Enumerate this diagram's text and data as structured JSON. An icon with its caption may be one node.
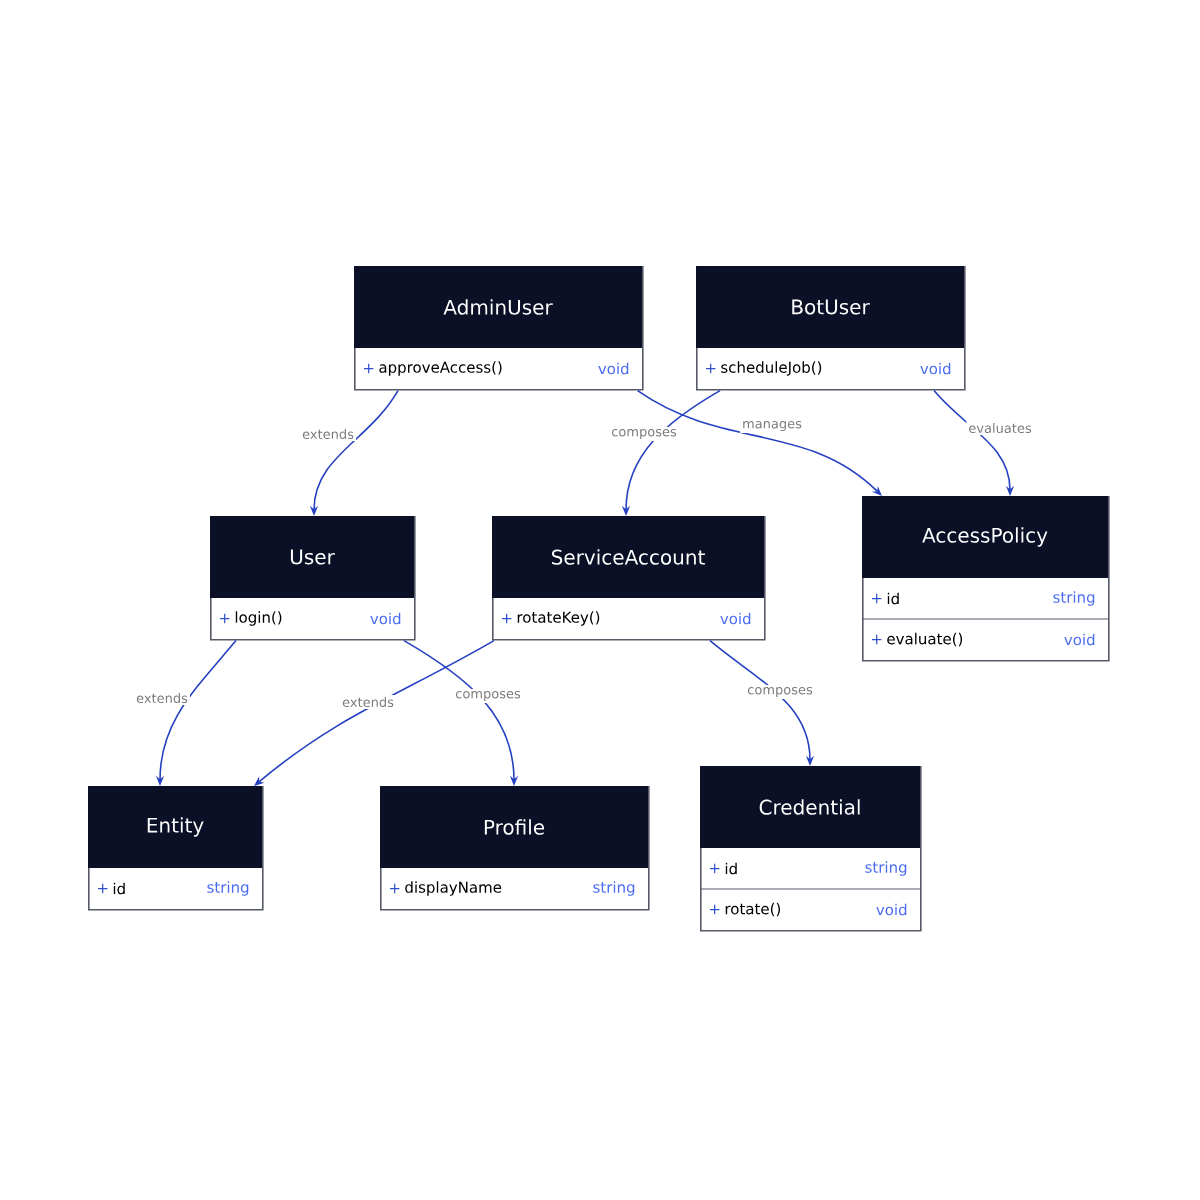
{
  "diagram": {
    "nodes": [
      {
        "text": [
          "AdminUser",
          "+",
          "approveAccess()",
          "void"
        ]
      },
      {
        "text": [
          "BotUser",
          "+",
          "scheduleJob()",
          "void"
        ]
      },
      {
        "text": [
          "User",
          "+",
          "login()",
          "void"
        ]
      },
      {
        "text": [
          "ServiceAccount",
          "+",
          "rotateKey()",
          "void"
        ]
      },
      {
        "text": [
          "AccessPolicy",
          "+",
          "id",
          "string",
          "+",
          "evaluate()",
          "void"
        ]
      },
      {
        "text": [
          "Entity",
          "+",
          "id",
          "string"
        ]
      },
      {
        "text": [
          "Profile",
          "+",
          "displayName",
          "string"
        ]
      },
      {
        "text": [
          "Credential",
          "+",
          "id",
          "string",
          "+",
          "rotate()",
          "void"
        ]
      }
    ],
    "edges": [
      {
        "from": 0,
        "to": 2,
        "arrow": "to",
        "label": "extends"
      },
      {
        "from": 0,
        "to": 4,
        "arrow": "to",
        "label": "manages"
      },
      {
        "from": 1,
        "to": 3,
        "arrow": "to",
        "label": "composes"
      },
      {
        "from": 1,
        "to": 4,
        "arrow": "to",
        "label": "evaluates"
      },
      {
        "from": 2,
        "to": 5,
        "arrow": "to",
        "label": "extends"
      },
      {
        "from": 2,
        "to": 6,
        "arrow": "to",
        "label": "composes"
      },
      {
        "from": 3,
        "to": 5,
        "arrow": "to",
        "label": "extends"
      },
      {
        "from": 3,
        "to": 7,
        "arrow": "to",
        "label": "composes"
      }
    ]
  }
}
